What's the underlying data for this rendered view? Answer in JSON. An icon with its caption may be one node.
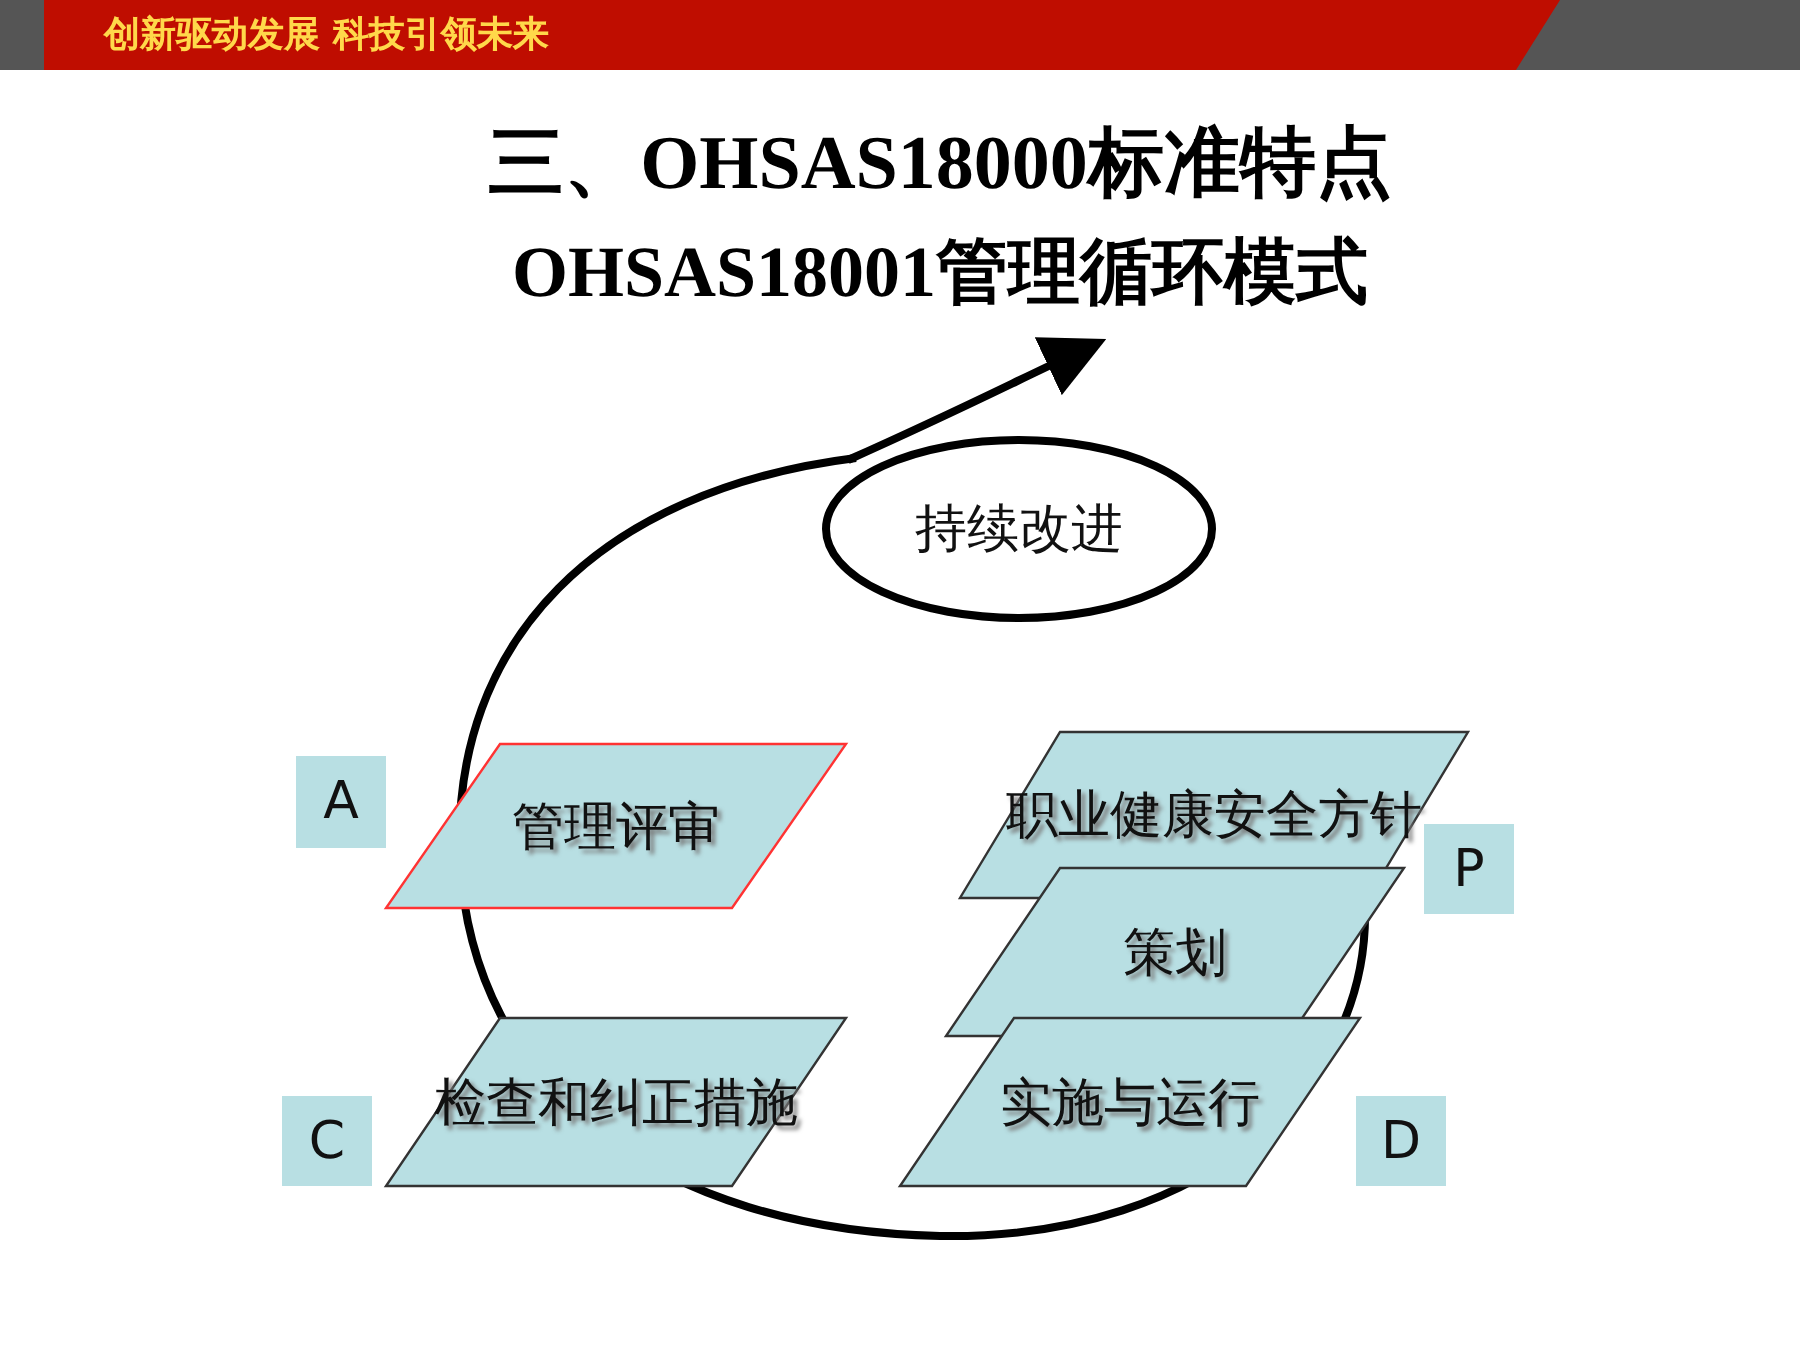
{
  "diagram": {
    "title": "三、OHSAS18000标准特点",
    "nodes": [
      {
        "text": [
          "持续改进"
        ]
      },
      {
        "text": [
          "A"
        ]
      },
      {
        "text": [
          "管理评审"
        ]
      },
      {
        "text": [
          "职业健康安全方针"
        ]
      },
      {
        "text": [
          "P"
        ]
      },
      {
        "text": [
          "策划"
        ]
      },
      {
        "text": [
          "C"
        ]
      },
      {
        "text": [
          "检查和纠正措施"
        ]
      },
      {
        "text": [
          "实施与运行"
        ]
      },
      {
        "text": [
          "D"
        ]
      }
    ],
    "labels": [
      "创新驱动发展 科技引领未来",
      "OHSAS18001管理循环模式"
    ]
  }
}
